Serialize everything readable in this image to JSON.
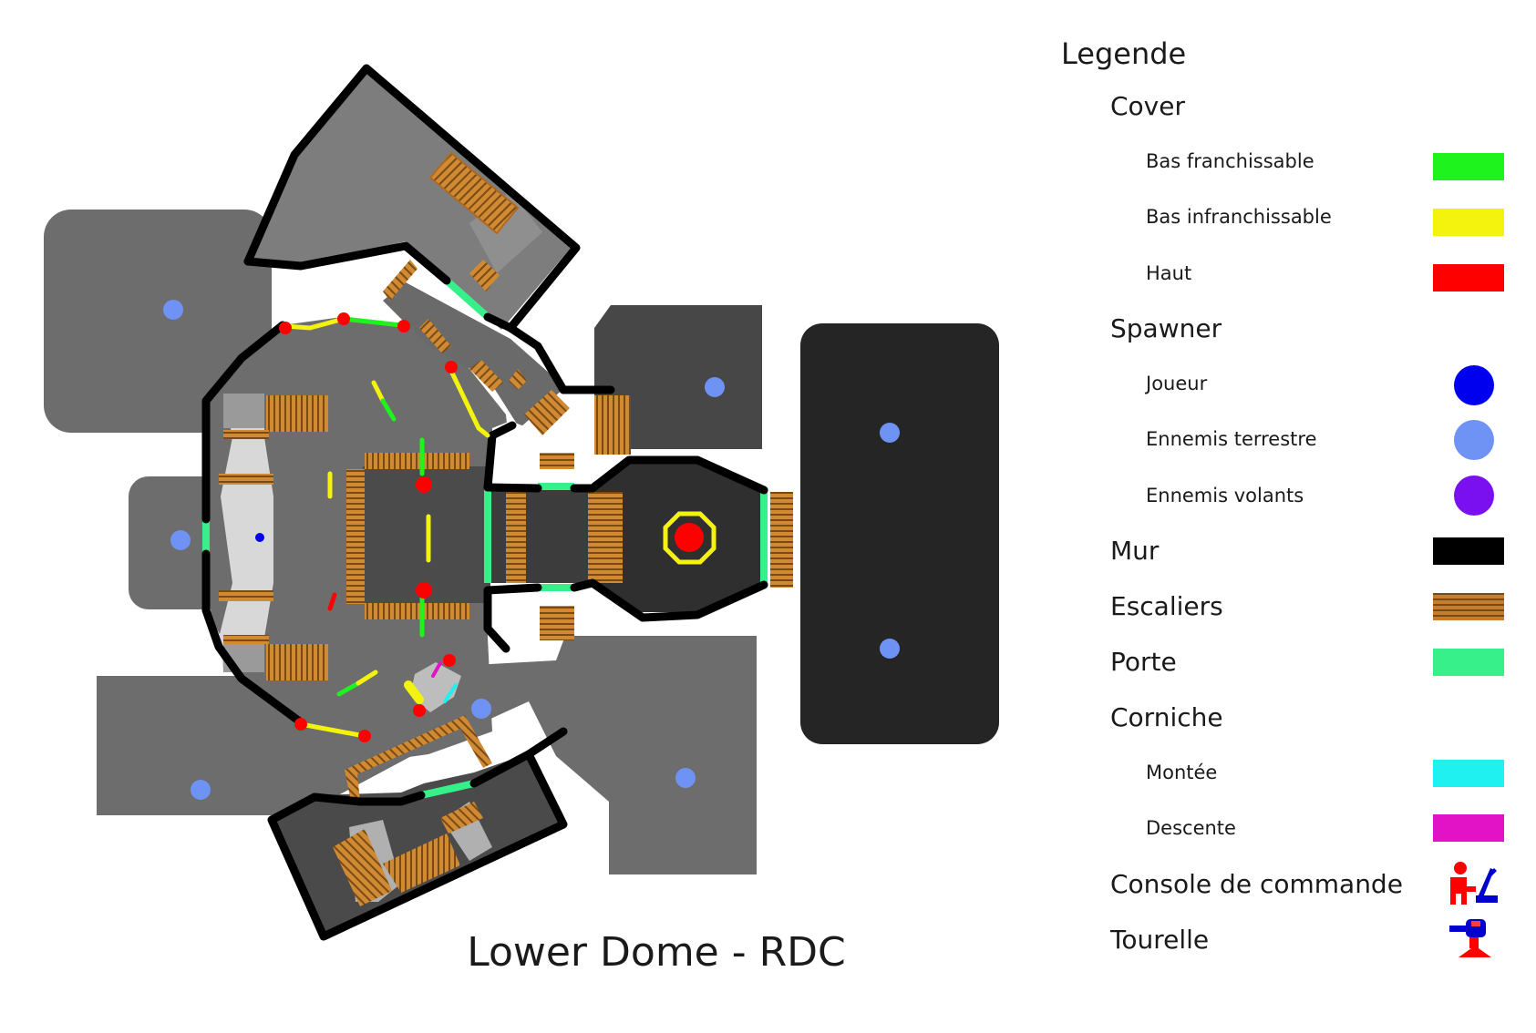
{
  "map": {
    "title": "Lower Dome - RDC"
  },
  "legend": {
    "title": "Legende",
    "cover": {
      "label": "Cover",
      "items": [
        {
          "label": "Bas franchissable",
          "color": "#1ef31e"
        },
        {
          "label": "Bas infranchissable",
          "color": "#f3f30d"
        },
        {
          "label": "Haut",
          "color": "#ff0000"
        }
      ]
    },
    "spawner": {
      "label": "Spawner",
      "items": [
        {
          "label": "Joueur",
          "color": "#0000ee"
        },
        {
          "label": "Ennemis terrestre",
          "color": "#6f92f5"
        },
        {
          "label": "Ennemis volants",
          "color": "#7a0ff0"
        }
      ]
    },
    "wall": {
      "label": "Mur",
      "color": "#000000"
    },
    "stairs": {
      "label": "Escaliers",
      "color": "#c67e2c"
    },
    "door": {
      "label": "Porte",
      "color": "#37f08a"
    },
    "ledge": {
      "label": "Corniche",
      "items": [
        {
          "label": "Montée",
          "color": "#1ef1ef"
        },
        {
          "label": "Descente",
          "color": "#e212c6"
        }
      ]
    },
    "console": {
      "label": "Console de commande",
      "icon": "console-icon"
    },
    "turret": {
      "label": "Tourelle",
      "icon": "turret-icon"
    }
  }
}
